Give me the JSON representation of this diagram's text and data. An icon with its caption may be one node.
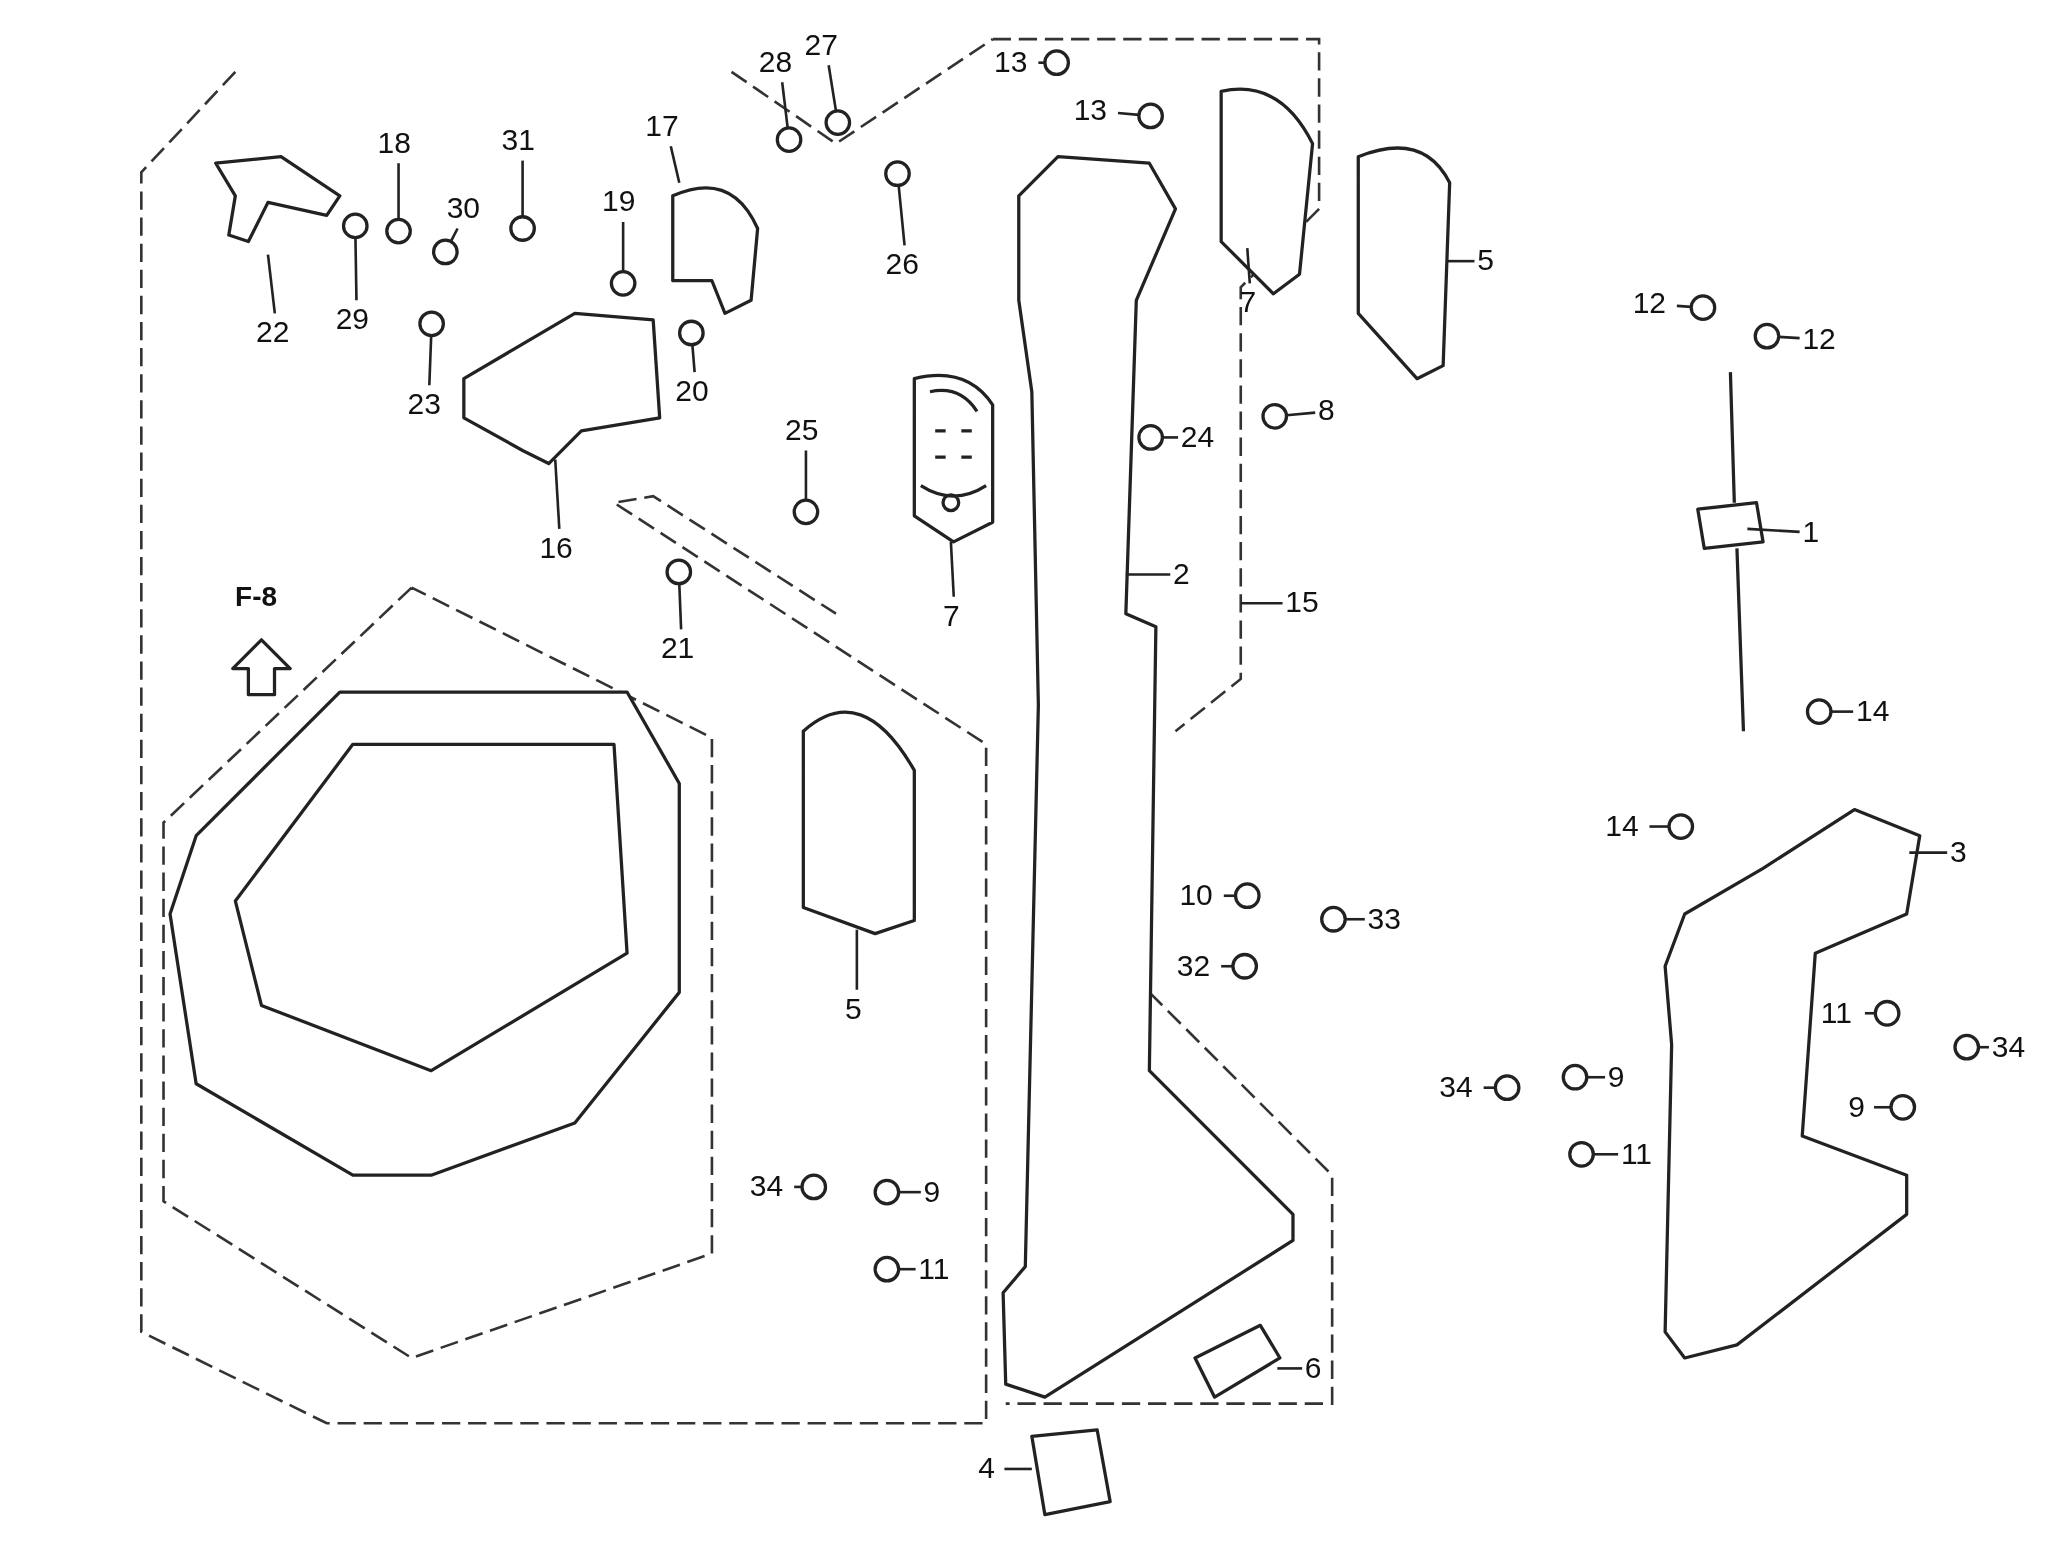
{
  "diagram": {
    "nodes": [
      {
        "text": [
          "28"
        ]
      },
      {
        "text": [
          "27"
        ]
      },
      {
        "text": [
          "13"
        ]
      },
      {
        "text": [
          "13"
        ]
      },
      {
        "text": [
          "22"
        ]
      },
      {
        "text": [
          "18"
        ]
      },
      {
        "text": [
          "31"
        ]
      },
      {
        "text": [
          "30"
        ]
      },
      {
        "text": [
          "17"
        ]
      },
      {
        "text": [
          "19"
        ]
      },
      {
        "text": [
          "26"
        ]
      },
      {
        "text": [
          "29"
        ]
      },
      {
        "text": [
          "23"
        ]
      },
      {
        "text": [
          "20"
        ]
      },
      {
        "text": [
          "16"
        ]
      },
      {
        "text": [
          "25"
        ]
      },
      {
        "text": [
          "21"
        ]
      },
      {
        "text": [
          "7"
        ]
      },
      {
        "text": [
          "5"
        ]
      },
      {
        "text": [
          "24"
        ]
      },
      {
        "text": [
          "8"
        ]
      },
      {
        "text": [
          "7"
        ]
      },
      {
        "text": [
          "2"
        ]
      },
      {
        "text": [
          "15"
        ]
      },
      {
        "text": [
          "12"
        ]
      },
      {
        "text": [
          "12"
        ]
      },
      {
        "text": [
          "1"
        ]
      },
      {
        "text": [
          "14"
        ]
      },
      {
        "text": [
          "14"
        ]
      },
      {
        "text": [
          "3"
        ]
      },
      {
        "text": [
          "5"
        ]
      },
      {
        "text": [
          "10"
        ]
      },
      {
        "text": [
          "33"
        ]
      },
      {
        "text": [
          "32"
        ]
      },
      {
        "text": [
          "11"
        ]
      },
      {
        "text": [
          "34"
        ]
      },
      {
        "text": [
          "9"
        ]
      },
      {
        "text": [
          "9"
        ]
      },
      {
        "text": [
          "34"
        ]
      },
      {
        "text": [
          "11"
        ]
      },
      {
        "text": [
          "34"
        ]
      },
      {
        "text": [
          "9"
        ]
      },
      {
        "text": [
          "11"
        ]
      },
      {
        "text": [
          "6"
        ]
      },
      {
        "text": [
          "4"
        ]
      },
      {
        "text": [],
        "shape": "circle"
      },
      {
        "text": [],
        "shape": "circle"
      },
      {
        "text": [],
        "shape": "circle"
      },
      {
        "text": [],
        "shape": "circle"
      },
      {
        "text": [],
        "shape": "picture"
      },
      {
        "text": [],
        "shape": "circle"
      },
      {
        "text": [],
        "shape": "circle"
      },
      {
        "text": [],
        "shape": "circle"
      },
      {
        "text": [],
        "shape": "picture"
      },
      {
        "text": [],
        "shape": "circle"
      },
      {
        "text": [],
        "shape": "circle"
      },
      {
        "text": [],
        "shape": "circle"
      },
      {
        "text": [],
        "shape": "circle"
      },
      {
        "text": [],
        "shape": "circle"
      },
      {
        "text": [],
        "shape": "picture"
      },
      {
        "text": [],
        "shape": "circle"
      },
      {
        "text": [],
        "shape": "circle"
      },
      {
        "text": [],
        "shape": "picture"
      },
      {
        "text": [],
        "shape": "picture"
      },
      {
        "text": [],
        "shape": "circle"
      },
      {
        "text": [],
        "shape": "circle"
      },
      {
        "text": [],
        "shape": "picture"
      },
      {
        "text": [],
        "shape": "picture"
      },
      {
        "text": [],
        "shape": "circle"
      },
      {
        "text": [],
        "shape": "circle"
      },
      {
        "text": [],
        "shape": "picture"
      },
      {
        "text": [],
        "shape": "circle"
      },
      {
        "text": [],
        "shape": "circle"
      },
      {
        "text": [],
        "shape": "picture"
      },
      {
        "text": [],
        "shape": "picture"
      },
      {
        "text": [],
        "shape": "circle"
      },
      {
        "text": [],
        "shape": "circle"
      },
      {
        "text": [],
        "shape": "circle"
      },
      {
        "text": [],
        "shape": "circle"
      },
      {
        "text": [],
        "shape": "circle"
      },
      {
        "text": [],
        "shape": "circle"
      },
      {
        "text": [],
        "shape": "circle"
      },
      {
        "text": [],
        "shape": "circle"
      },
      {
        "text": [],
        "shape": "circle"
      },
      {
        "text": [],
        "shape": "circle"
      },
      {
        "text": [],
        "shape": "circle"
      },
      {
        "text": [],
        "shape": "circle"
      },
      {
        "text": [],
        "shape": "picture"
      },
      {
        "text": [],
        "shape": "picture"
      }
    ],
    "edges": [
      {
        "from": 0,
        "to": 45,
        "arrow": "none"
      },
      {
        "from": 1,
        "to": 46,
        "arrow": "none"
      },
      {
        "from": 2,
        "to": 47,
        "arrow": "none"
      },
      {
        "from": 3,
        "to": 48,
        "arrow": "none"
      },
      {
        "from": 4,
        "to": 49,
        "arrow": "none"
      },
      {
        "from": 5,
        "to": 50,
        "arrow": "none"
      },
      {
        "from": 6,
        "to": 51,
        "arrow": "none"
      },
      {
        "from": 7,
        "to": 52,
        "arrow": "none"
      },
      {
        "from": 8,
        "to": 53,
        "arrow": "none"
      },
      {
        "from": 9,
        "to": 54,
        "arrow": "none"
      },
      {
        "from": 10,
        "to": 55,
        "arrow": "none"
      },
      {
        "from": 11,
        "to": 56,
        "arrow": "none"
      },
      {
        "from": 12,
        "to": 57,
        "arrow": "none"
      },
      {
        "from": 13,
        "to": 58,
        "arrow": "none"
      },
      {
        "from": 14,
        "to": 59,
        "arrow": "none"
      },
      {
        "from": 15,
        "to": 60,
        "arrow": "none"
      },
      {
        "from": 16,
        "to": 61,
        "arrow": "none"
      },
      {
        "from": 17,
        "to": 62,
        "arrow": "none"
      },
      {
        "from": 18,
        "to": 63,
        "arrow": "none"
      },
      {
        "from": 19,
        "to": 64,
        "arrow": "none"
      },
      {
        "from": 20,
        "to": 65,
        "arrow": "none"
      },
      {
        "from": 21,
        "to": 66,
        "arrow": "none"
      },
      {
        "from": 22,
        "to": 67,
        "arrow": "none"
      },
      {
        "from": 23,
        "to": null,
        "arrow": "none"
      },
      {
        "from": 24,
        "to": 68,
        "arrow": "none"
      },
      {
        "from": 25,
        "to": 69,
        "arrow": "none"
      },
      {
        "from": 26,
        "to": 70,
        "arrow": "none"
      },
      {
        "from": 27,
        "to": 71,
        "arrow": "none"
      },
      {
        "from": 28,
        "to": 72,
        "arrow": "none"
      },
      {
        "from": 29,
        "to": 73,
        "arrow": "none"
      },
      {
        "from": 30,
        "to": 74,
        "arrow": "none"
      },
      {
        "from": 31,
        "to": 75,
        "arrow": "none"
      },
      {
        "from": 32,
        "to": 76,
        "arrow": "none"
      },
      {
        "from": 33,
        "to": 77,
        "arrow": "none"
      },
      {
        "from": 34,
        "to": 78,
        "arrow": "none"
      },
      {
        "from": 35,
        "to": 79,
        "arrow": "none"
      },
      {
        "from": 36,
        "to": 80,
        "arrow": "none"
      },
      {
        "from": 37,
        "to": 81,
        "arrow": "none"
      },
      {
        "from": 38,
        "to": 82,
        "arrow": "none"
      },
      {
        "from": 39,
        "to": 83,
        "arrow": "none"
      },
      {
        "from": 40,
        "to": 84,
        "arrow": "none"
      },
      {
        "from": 41,
        "to": 85,
        "arrow": "none"
      },
      {
        "from": 42,
        "to": 86,
        "arrow": "none"
      },
      {
        "from": 43,
        "to": 87,
        "arrow": "none"
      },
      {
        "from": 44,
        "to": 88,
        "arrow": "none"
      }
    ],
    "labels": [
      "F-8"
    ]
  }
}
